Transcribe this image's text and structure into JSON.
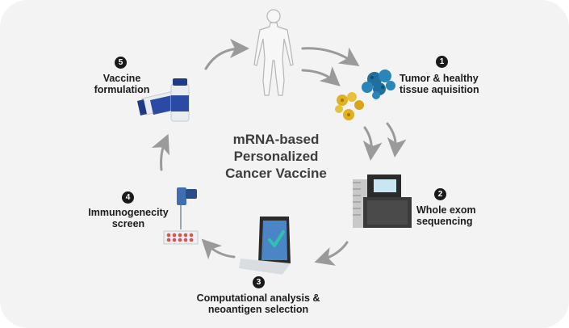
{
  "title": {
    "line1": "mRNA-based",
    "line2": "Personalized",
    "line3": "Cancer Vaccine"
  },
  "steps": [
    {
      "number": "1",
      "line1": "Tumor & healthy",
      "line2": "tissue aquisition",
      "icon": "tumor-cells-icon"
    },
    {
      "number": "2",
      "line1": "Whole exom",
      "line2": "sequencing",
      "icon": "sequencer-machine-icon"
    },
    {
      "number": "3",
      "line1": "Computational analysis &",
      "line2": "neoantigen selection",
      "icon": "laptop-checkmark-icon"
    },
    {
      "number": "4",
      "line1": "Immunogenecity",
      "line2": "screen",
      "icon": "pipette-plate-icon"
    },
    {
      "number": "5",
      "line1": "Vaccine",
      "line2": "formulation",
      "icon": "vaccine-vial-icon"
    }
  ],
  "colors": {
    "background": "#f3f3f3",
    "arrow": "#9a9a9a",
    "tumor_blue": "#1f6f9f",
    "healthy_yellow": "#e0b020",
    "laptop_blue": "#4a86c5",
    "check_teal": "#2fc1b0",
    "plate_red": "#e05050"
  }
}
